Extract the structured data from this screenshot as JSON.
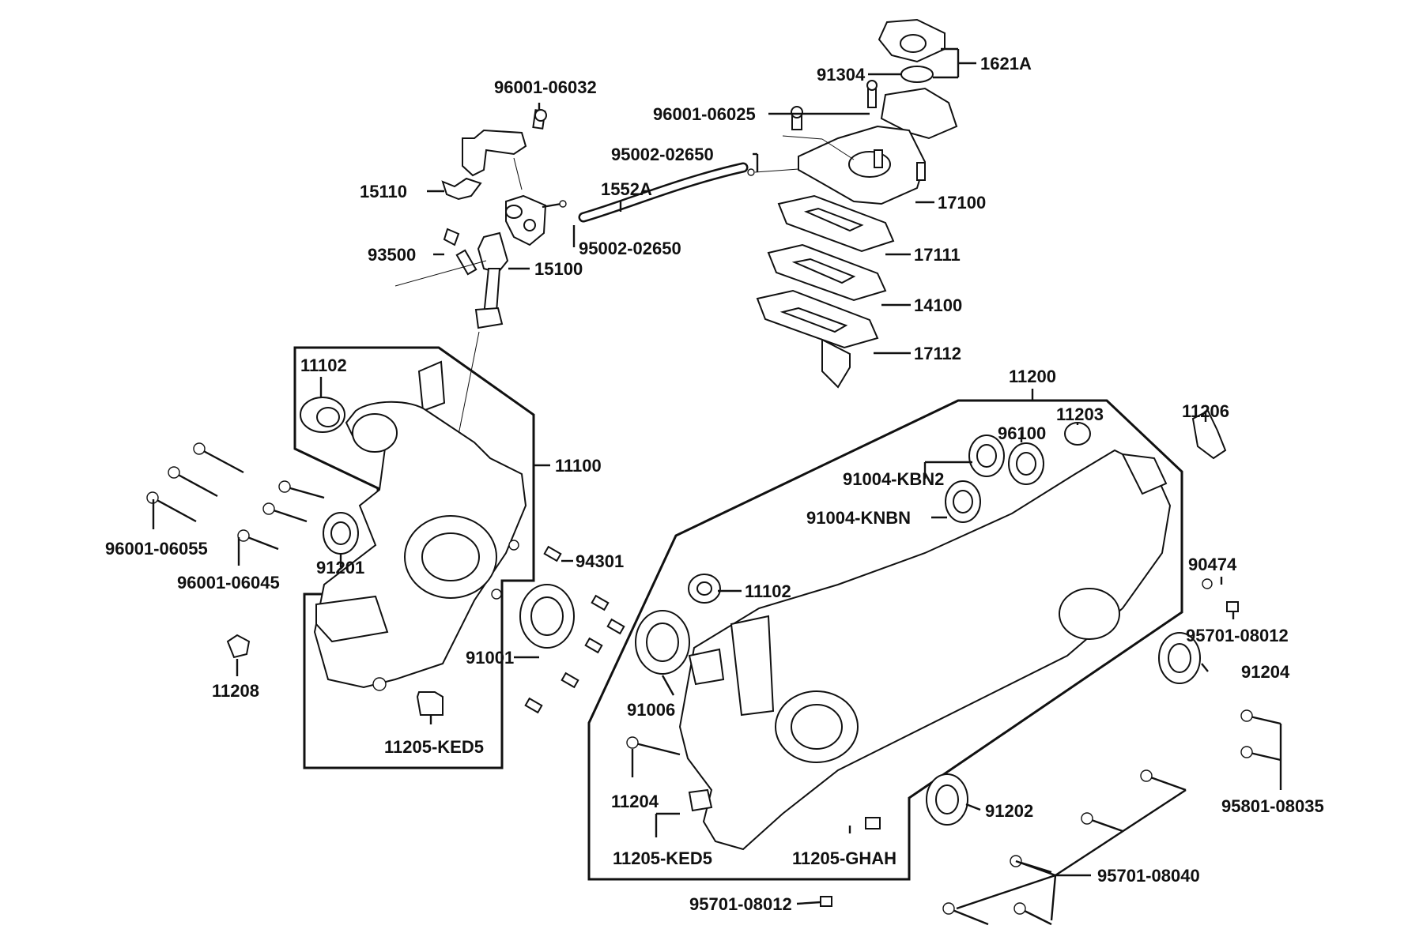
{
  "labels": {
    "p1621A": "1621A",
    "p91304": "91304",
    "p96001_06032": "96001-06032",
    "p96001_06025": "96001-06025",
    "p95002_02650_top": "95002-02650",
    "p1552A": "1552A",
    "p17100": "17100",
    "p15110": "15110",
    "p95002_02650_bot": "95002-02650",
    "p93500": "93500",
    "p15100": "15100",
    "p17111": "17111",
    "p14100": "14100",
    "p17112": "17112",
    "p11200": "11200",
    "p11102_a": "11102",
    "p11203": "11203",
    "p11206": "11206",
    "p96100": "96100",
    "p11100": "11100",
    "p91004_KBN2": "91004-KBN2",
    "p91004_KNBN": "91004-KNBN",
    "p96001_06055": "96001-06055",
    "p91201": "91201",
    "p96001_06045": "96001-06045",
    "p94301": "94301",
    "p90474": "90474",
    "p11102_b": "11102",
    "p95701_08012_r": "95701-08012",
    "p91001": "91001",
    "p91204": "91204",
    "p11208": "11208",
    "p91006": "91006",
    "p11205_KED5_a": "11205-KED5",
    "p95801_08035": "95801-08035",
    "p11204": "11204",
    "p91202": "91202",
    "p11205_KED5_b": "11205-KED5",
    "p11205_GHAH": "11205-GHAH",
    "p95701_08040": "95701-08040",
    "p95701_08012_b": "95701-08012"
  }
}
